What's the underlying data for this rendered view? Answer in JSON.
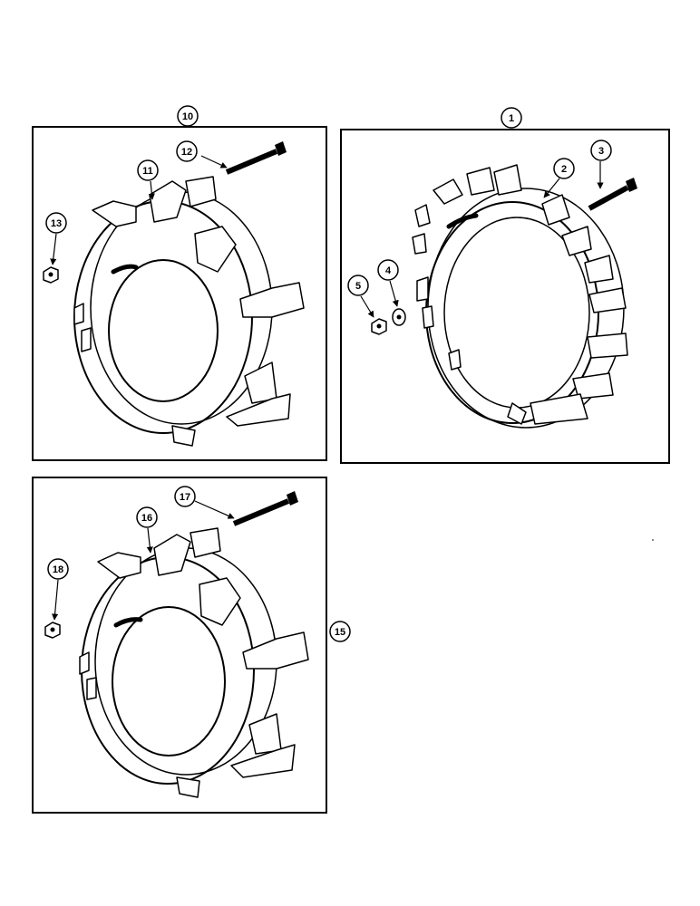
{
  "diagram": {
    "panels": [
      {
        "id": "10",
        "callouts": [
          "11",
          "12",
          "13"
        ]
      },
      {
        "id": "1",
        "callouts": [
          "2",
          "3",
          "4",
          "5"
        ]
      },
      {
        "id": "15",
        "callouts": [
          "16",
          "17",
          "18"
        ]
      }
    ],
    "labels": {
      "c1": "1",
      "c2": "2",
      "c3": "3",
      "c4": "4",
      "c5": "5",
      "c10": "10",
      "c11": "11",
      "c12": "12",
      "c13": "13",
      "c15": "15",
      "c16": "16",
      "c17": "17",
      "c18": "18"
    }
  },
  "icons": {
    "weight_ring": "cast-weight-ring-icon",
    "bolt": "bolt-icon",
    "nut": "nut-icon",
    "washer": "washer-icon"
  }
}
